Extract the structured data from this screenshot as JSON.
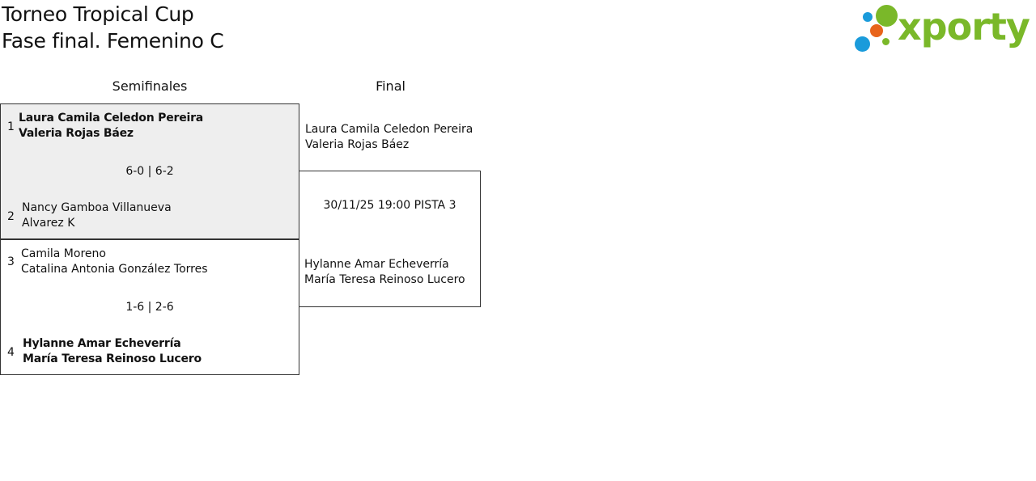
{
  "header": {
    "title": "Torneo Tropical Cup",
    "subtitle": "Fase final. Femenino C"
  },
  "logo": {
    "text": "xporty",
    "colors": {
      "green": "#7ab829",
      "orange": "#e8641b",
      "blue": "#1a9bdb"
    }
  },
  "rounds": {
    "semifinal_label": "Semifinales",
    "final_label": "Final"
  },
  "semifinals": [
    {
      "highlighted": true,
      "score": "6-0 | 6-2",
      "top": {
        "seed": "1",
        "player1": "Laura Camila Celedon Pereira",
        "player2": "Valeria Rojas Báez",
        "winner": true
      },
      "bottom": {
        "seed": "2",
        "player1": "Nancy Gamboa Villanueva",
        "player2": "Alvarez K",
        "winner": false
      }
    },
    {
      "highlighted": false,
      "score": "1-6 | 2-6",
      "top": {
        "seed": "3",
        "player1": "Camila Moreno",
        "player2": "Catalina Antonia González Torres",
        "winner": false
      },
      "bottom": {
        "seed": "4",
        "player1": "Hylanne Amar Echeverría",
        "player2": "María Teresa Reinoso Lucero",
        "winner": true
      }
    }
  ],
  "final": {
    "info": "30/11/25 19:00 PISTA 3",
    "top": {
      "player1": "Laura Camila Celedon Pereira",
      "player2": "Valeria Rojas Báez"
    },
    "bottom": {
      "player1": "Hylanne Amar Echeverría",
      "player2": "María Teresa Reinoso Lucero"
    }
  }
}
